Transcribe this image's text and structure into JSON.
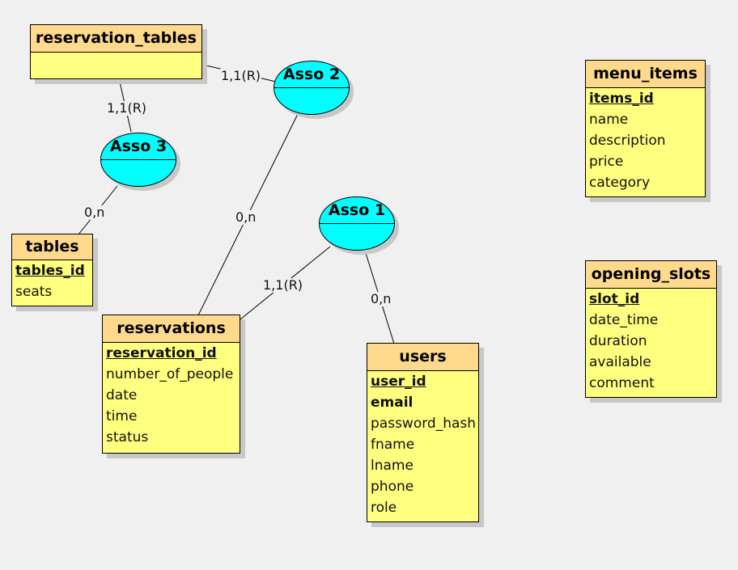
{
  "entities": {
    "reservation_tables": {
      "title": "reservation_tables",
      "attributes": []
    },
    "menu_items": {
      "title": "menu_items",
      "attributes": [
        {
          "name": "items_id",
          "key": true
        },
        {
          "name": "name"
        },
        {
          "name": "description"
        },
        {
          "name": "price"
        },
        {
          "name": "category"
        }
      ]
    },
    "tables": {
      "title": "tables",
      "attributes": [
        {
          "name": "tables_id",
          "key": true
        },
        {
          "name": "seats"
        }
      ]
    },
    "reservations": {
      "title": "reservations",
      "attributes": [
        {
          "name": "reservation_id",
          "key": true
        },
        {
          "name": "number_of_people"
        },
        {
          "name": "date"
        },
        {
          "name": "time"
        },
        {
          "name": "status"
        }
      ]
    },
    "users": {
      "title": "users",
      "attributes": [
        {
          "name": "user_id",
          "key": true
        },
        {
          "name": "email",
          "bold": true
        },
        {
          "name": "password_hash"
        },
        {
          "name": "fname"
        },
        {
          "name": "lname"
        },
        {
          "name": "phone"
        },
        {
          "name": "role"
        }
      ]
    },
    "opening_slots": {
      "title": "opening_slots",
      "attributes": [
        {
          "name": "slot_id",
          "key": true
        },
        {
          "name": "date_time"
        },
        {
          "name": "duration"
        },
        {
          "name": "available"
        },
        {
          "name": "comment"
        }
      ]
    }
  },
  "associations": {
    "asso1": {
      "title": "Asso 1"
    },
    "asso2": {
      "title": "Asso 2"
    },
    "asso3": {
      "title": "Asso 3"
    }
  },
  "cardinalities": {
    "asso2_reservation_tables": "1,1(R)",
    "asso3_reservation_tables": "1,1(R)",
    "asso3_tables": "0,n",
    "asso2_reservations": "0,n",
    "asso1_reservations": "1,1(R)",
    "asso1_users": "0,n"
  }
}
